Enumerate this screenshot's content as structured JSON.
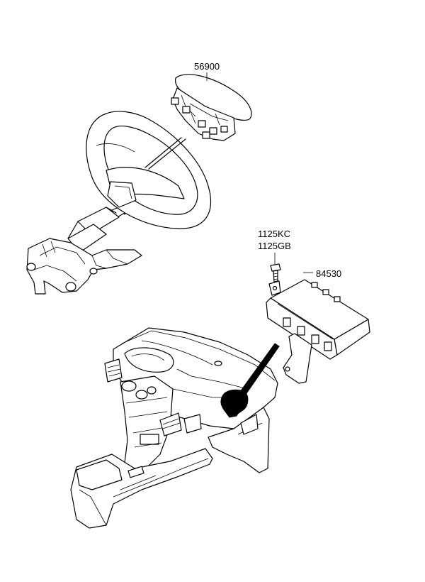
{
  "labels": {
    "steering_airbag": "56900",
    "bolt_a": "1125KC",
    "bolt_b": "1125GB",
    "passenger_airbag": "84530"
  },
  "colors": {
    "line": "#000000",
    "background": "#ffffff"
  }
}
